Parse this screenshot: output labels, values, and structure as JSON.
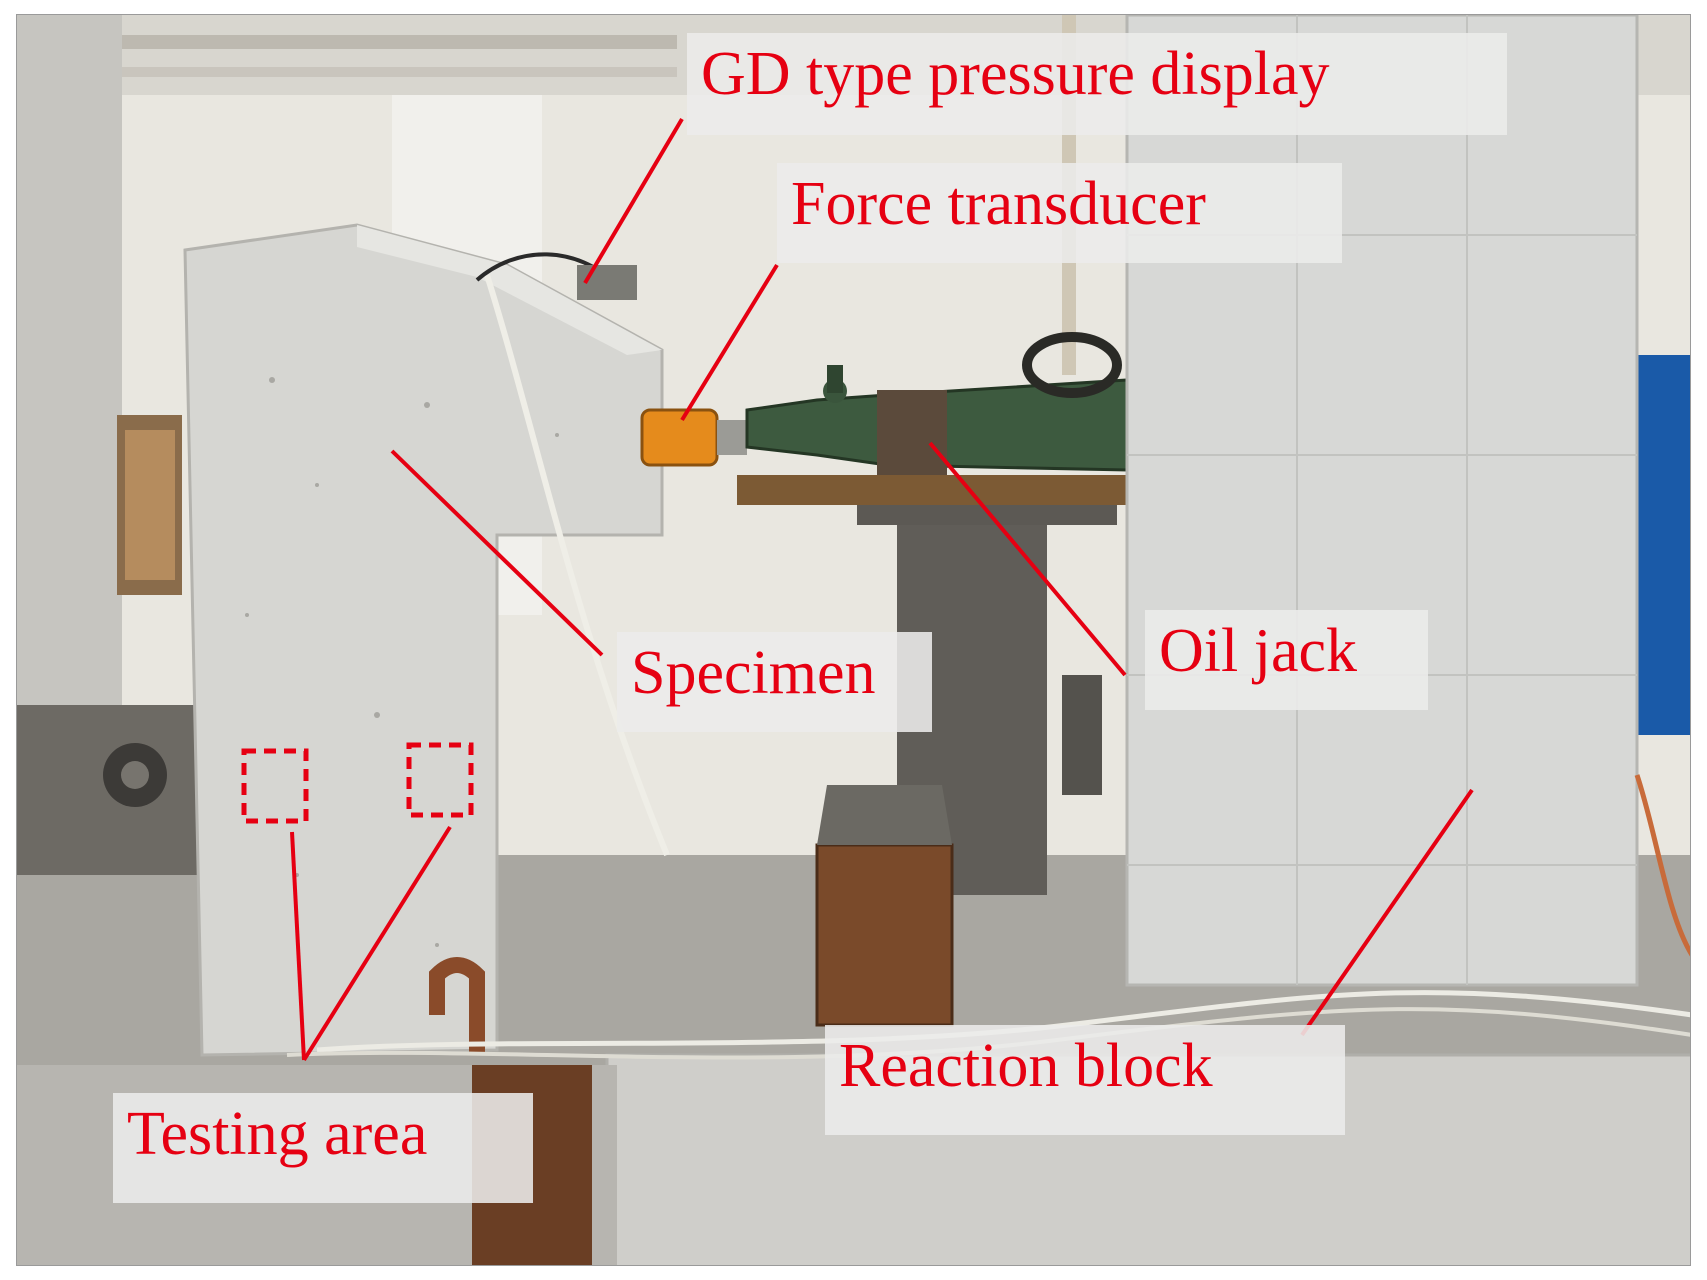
{
  "figure": {
    "description_kind": "annotated photograph of a structural test setup",
    "callouts": {
      "pressure_display": "GD type pressure display",
      "force_transducer": "Force transducer",
      "specimen": "Specimen",
      "oil_jack": "Oil jack",
      "testing_area": "Testing area",
      "reaction_block": "Reaction block"
    },
    "colors": {
      "annotation_red": "#e60012",
      "label_background": "#ecece9",
      "concrete": "#d4d4d0",
      "jack_green": "#3d5a3f",
      "wall": "#e8e6df",
      "rust": "#7a4a2a"
    }
  }
}
